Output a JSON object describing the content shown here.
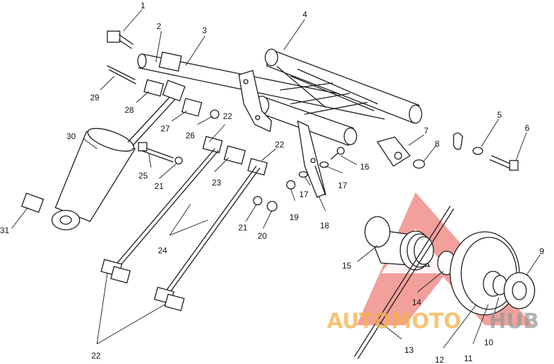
{
  "parts_diagram": {
    "callouts": [
      "1",
      "2",
      "3",
      "4",
      "5",
      "6",
      "7",
      "8",
      "9",
      "10",
      "11",
      "12",
      "13",
      "14",
      "15",
      "16",
      "17",
      "17",
      "18",
      "19",
      "20",
      "21",
      "21",
      "22",
      "22",
      "22",
      "23",
      "24",
      "25",
      "26",
      "27",
      "28",
      "29",
      "30",
      "31"
    ]
  },
  "watermark": {
    "text_part1": "AUTOMOTO",
    "text_part2": "HUB",
    "color_triangle": "#e8534d",
    "color_text1": "#f3b24a",
    "color_text2": "#9a9a9a"
  }
}
